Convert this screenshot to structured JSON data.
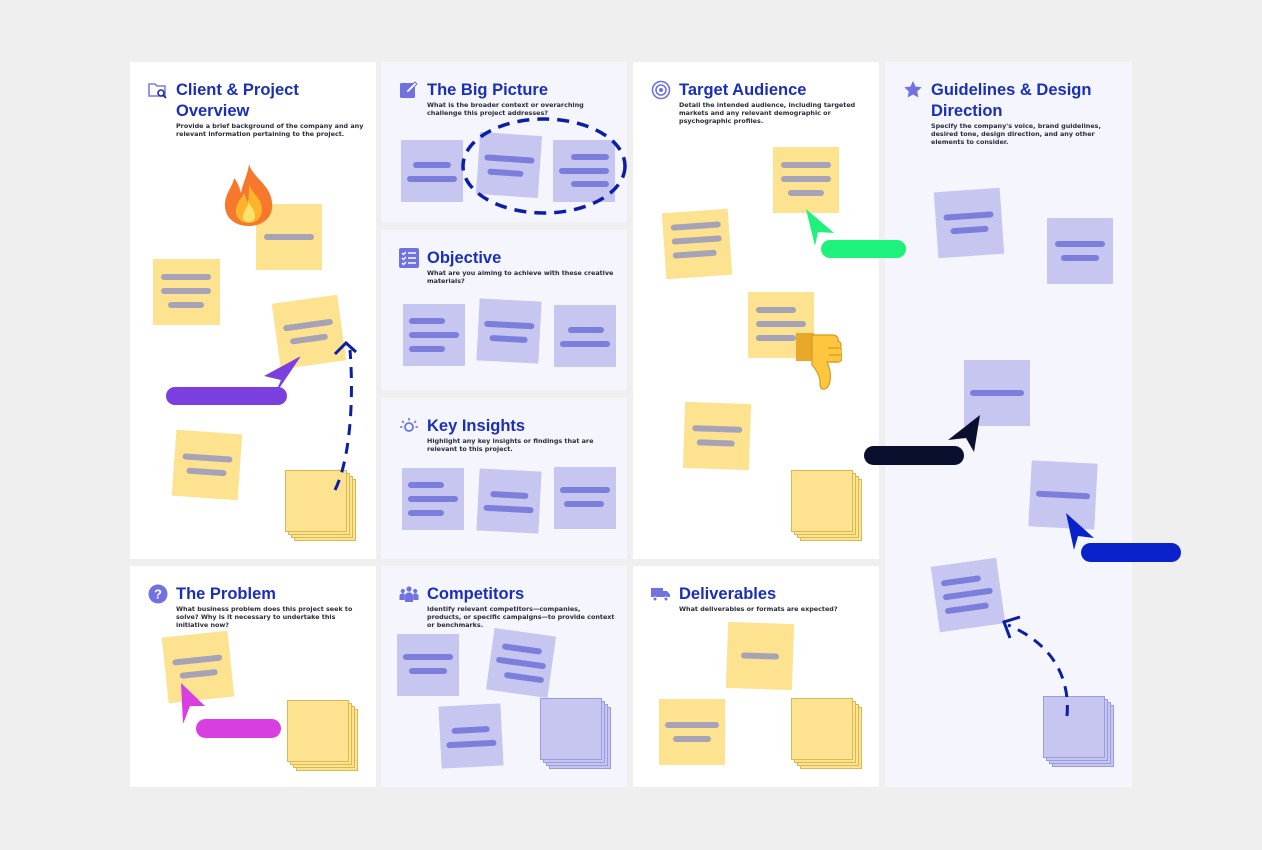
{
  "board": {
    "panels": {
      "client_overview": {
        "title": "Client & Project Overview",
        "desc": "Provide a brief background of the company and any relevant information pertaining to the project.",
        "icon": "folder-search-icon"
      },
      "big_picture": {
        "title": "The Big Picture",
        "desc": "What is the broader context or overarching challenge this project addresses?",
        "icon": "edit-pencil-icon"
      },
      "objective": {
        "title": "Objective",
        "desc": "What are you aiming to achieve with these creative materials?",
        "icon": "checklist-icon"
      },
      "key_insights": {
        "title": "Key Insights",
        "desc": "Highlight any key insights or findings that are relevant to this project.",
        "icon": "lightbulb-icon"
      },
      "target_audience": {
        "title": "Target Audience",
        "desc": "Detail the intended audience, including targeted markets and any relevant demographic or psychographic profiles.",
        "icon": "target-icon"
      },
      "guidelines": {
        "title": "Guidelines & Design Direction",
        "desc": "Specify the company's voice, brand guidelines, desired tone, design direction, and any other elements to consider.",
        "icon": "star-icon"
      },
      "the_problem": {
        "title": "The Problem",
        "desc": "What business problem does this project seek to solve? Why is it necessary to undertake this initiative now?",
        "icon": "question-icon"
      },
      "competitors": {
        "title": "Competitors",
        "desc": "Identify relevant competitors—companies, products, or specific campaigns—to provide context or benchmarks.",
        "icon": "people-group-icon"
      },
      "deliverables": {
        "title": "Deliverables",
        "desc": "What deliverables or formats are expected?",
        "icon": "delivery-truck-icon"
      }
    },
    "colors": {
      "canvas": "#efefef",
      "title": "#1a2fb8",
      "sticky_yellow": "#fde28f",
      "sticky_purple": "#c6c6f0",
      "connector_blue": "#0b1ea6",
      "cursor_purple": "#7b3fe0",
      "cursor_green": "#1ff27c",
      "cursor_magenta": "#d93fe0",
      "cursor_navy": "#0a0f2e",
      "cursor_blue": "#0a22c9"
    },
    "decorations": [
      "fire-emoji",
      "thumbs-down-emoji"
    ]
  }
}
